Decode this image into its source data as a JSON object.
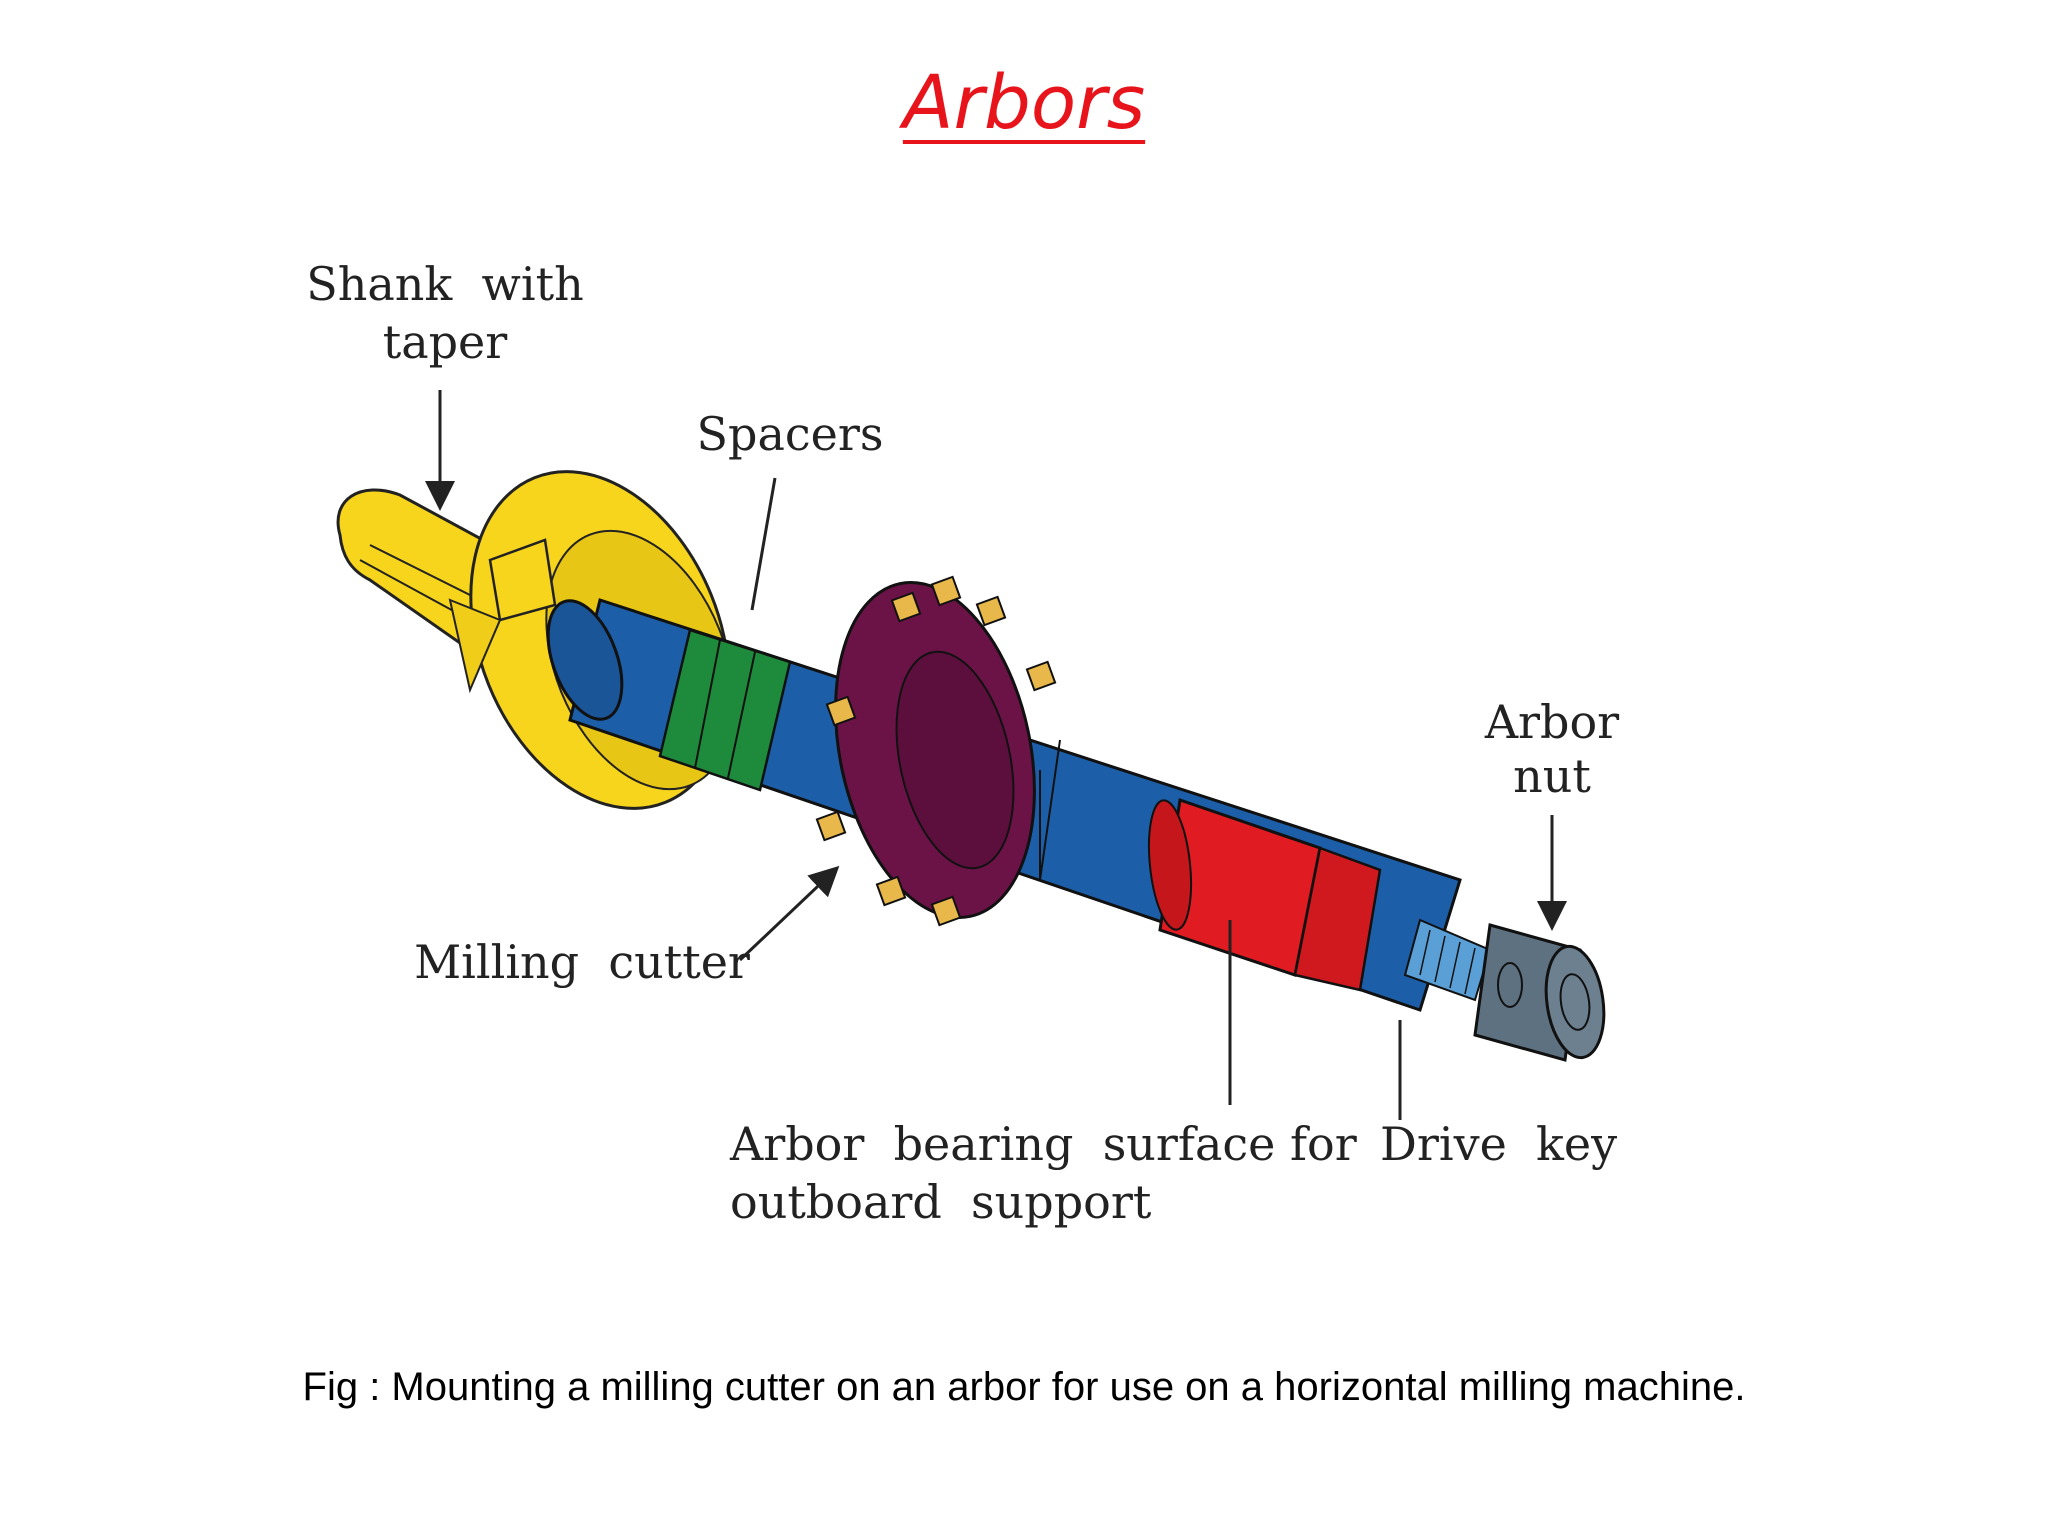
{
  "title": "Arbors",
  "colors": {
    "title": "#e8141b",
    "shank": "#f7d51d",
    "arbor": "#1c5fa8",
    "spacers": "#1e8a3c",
    "cutter": "#6b1347",
    "cutter_inserts": "#e8b84a",
    "bearing": "#e01b22",
    "nut": "#5d7180"
  },
  "labels": {
    "shank_line1": "Shank  with",
    "shank_line2": "taper",
    "spacers": "Spacers",
    "milling_cutter": "Milling  cutter",
    "arbor_nut_line1": "Arbor",
    "arbor_nut_line2": "nut",
    "bearing_line1": "Arbor  bearing  surface for",
    "bearing_line2": "outboard  support",
    "drive_key": "Drive  key"
  },
  "caption": "Fig : Mounting a milling cutter on an arbor for use on a horizontal milling machine."
}
